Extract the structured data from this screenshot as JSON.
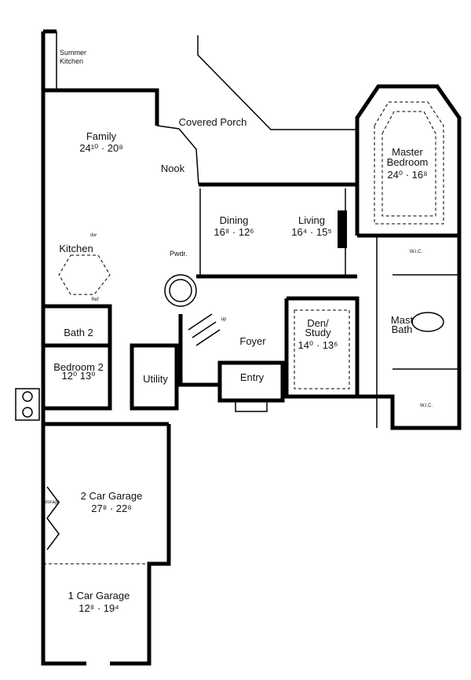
{
  "rooms": {
    "summer_kitchen": {
      "line1": "Summer",
      "line2": "Kitchen"
    },
    "family": {
      "name": "Family",
      "dims": "24¹⁰ · 20⁸"
    },
    "covered_porch": {
      "name": "Covered Porch"
    },
    "nook": {
      "name": "Nook"
    },
    "master_bedroom": {
      "line1": "Master",
      "line2": "Bedroom",
      "dims": "24⁰ · 16⁸"
    },
    "dining": {
      "name": "Dining",
      "dims": "16⁸ · 12⁶"
    },
    "living": {
      "name": "Living",
      "dims": "16⁴ · 15⁵"
    },
    "kitchen": {
      "name": "Kitchen",
      "dw": "dw",
      "ref": "Ref"
    },
    "powder": {
      "name": "Pwdr."
    },
    "wic_upper": {
      "name": "W.I.C."
    },
    "wic_lower": {
      "name": "W.I.C."
    },
    "master_bath": {
      "line1": "Mast",
      "line2": "Bath"
    },
    "bath2": {
      "name": "Bath 2"
    },
    "den": {
      "line1": "Den/",
      "line2": "Study",
      "dims": "14⁰ · 13⁶"
    },
    "foyer": {
      "name": "Foyer",
      "stair": "up"
    },
    "bedroom2": {
      "name": "Bedroom 2",
      "dims": "12⁰   13⁰"
    },
    "utility": {
      "name": "Utility"
    },
    "entry": {
      "name": "Entry"
    },
    "garage2": {
      "name": "2 Car Garage",
      "dims": "27⁸ · 22⁸",
      "storage": "storage"
    },
    "garage1": {
      "name": "1 Car Garage",
      "dims": "12⁸ · 19⁴"
    }
  }
}
